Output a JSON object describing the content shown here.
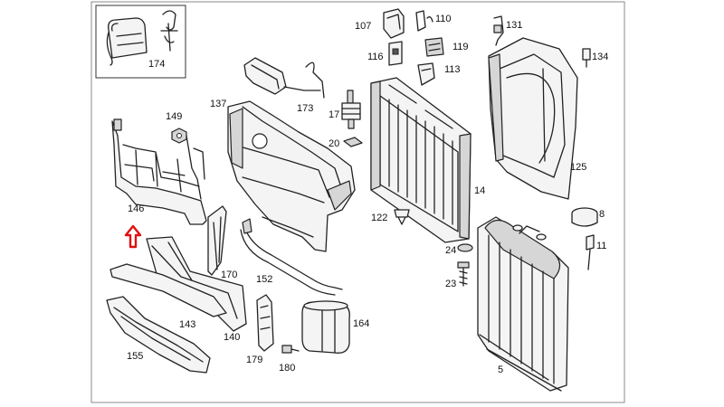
{
  "diagram": {
    "accent_color": "#e01010",
    "parts": [
      {
        "id": "p174",
        "label": "174"
      },
      {
        "id": "p149",
        "label": "149"
      },
      {
        "id": "p146",
        "label": "146"
      },
      {
        "id": "p137",
        "label": "137"
      },
      {
        "id": "p173",
        "label": "173"
      },
      {
        "id": "p17",
        "label": "17"
      },
      {
        "id": "p20",
        "label": "20"
      },
      {
        "id": "p107",
        "label": "107"
      },
      {
        "id": "p110",
        "label": "110"
      },
      {
        "id": "p116",
        "label": "116"
      },
      {
        "id": "p119",
        "label": "119"
      },
      {
        "id": "p113",
        "label": "113"
      },
      {
        "id": "p131",
        "label": "131"
      },
      {
        "id": "p134",
        "label": "134"
      },
      {
        "id": "p125",
        "label": "125"
      },
      {
        "id": "p14",
        "label": "14"
      },
      {
        "id": "p122",
        "label": "122"
      },
      {
        "id": "p8",
        "label": "8"
      },
      {
        "id": "p11",
        "label": "11"
      },
      {
        "id": "p24",
        "label": "24"
      },
      {
        "id": "p23",
        "label": "23"
      },
      {
        "id": "p5",
        "label": "5"
      },
      {
        "id": "p170",
        "label": "170"
      },
      {
        "id": "p152",
        "label": "152"
      },
      {
        "id": "p164",
        "label": "164"
      },
      {
        "id": "p143",
        "label": "143"
      },
      {
        "id": "p140",
        "label": "140"
      },
      {
        "id": "p155",
        "label": "155"
      },
      {
        "id": "p179",
        "label": "179"
      },
      {
        "id": "p180",
        "label": "180"
      }
    ]
  }
}
